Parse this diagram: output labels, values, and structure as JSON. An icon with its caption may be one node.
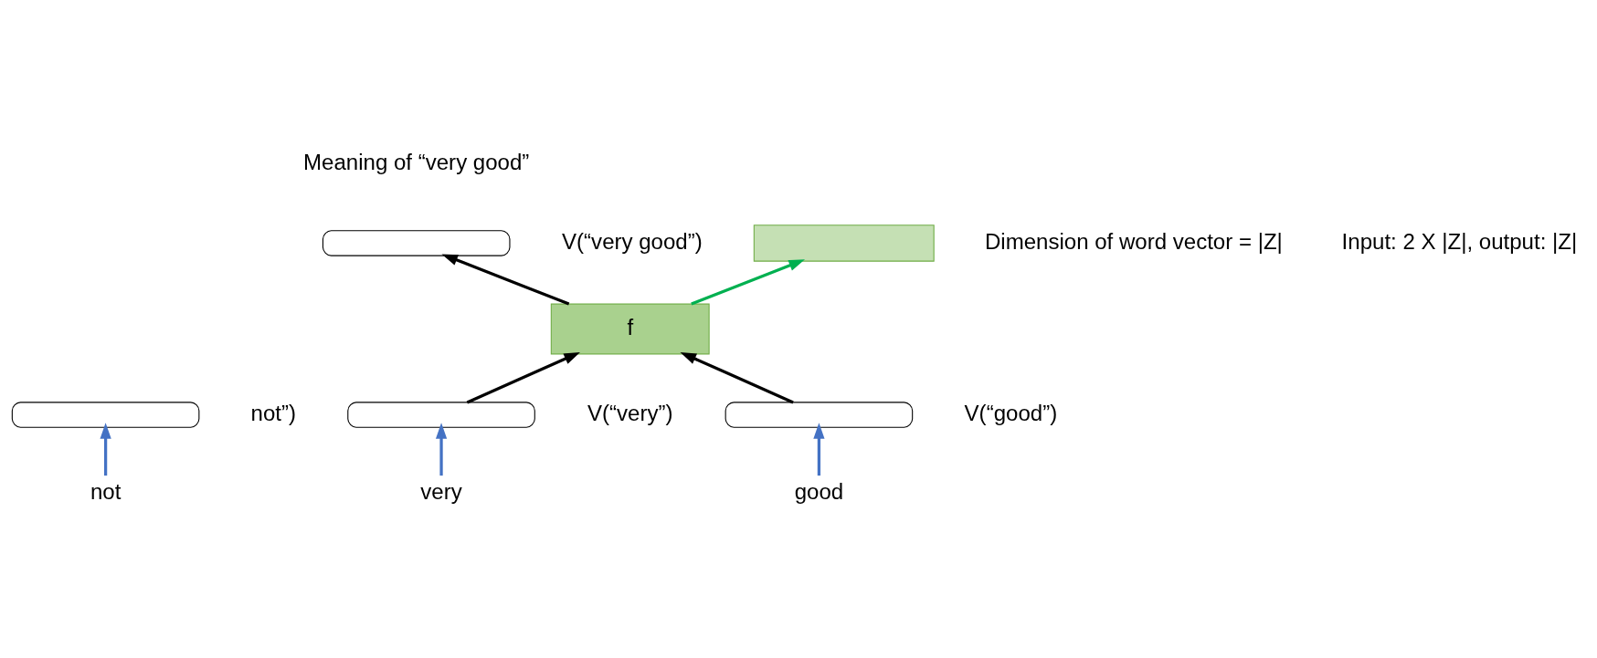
{
  "diagram": {
    "nodes": [
      {
        "text": [
          "not"
        ]
      },
      {
        "text": [],
        "shape": "bar",
        "beside": [
          "not”)"
        ]
      },
      {
        "text": [
          "very"
        ]
      },
      {
        "text": [],
        "shape": "bar",
        "beside": [
          "V(“very”)"
        ]
      },
      {
        "text": [
          "good"
        ]
      },
      {
        "text": [],
        "shape": "bar",
        "beside": [
          "V(“good”)"
        ]
      },
      {
        "text": [
          "f"
        ]
      },
      {
        "text": [],
        "shape": "bar",
        "beside": [
          "Meaning of “very good”",
          "V(“very good”)"
        ]
      },
      {
        "text": [],
        "shape": "box"
      }
    ],
    "edges": [
      {
        "from": 0,
        "to": 1,
        "arrow": "to",
        "color": "#4472c4"
      },
      {
        "from": 2,
        "to": 3,
        "arrow": "to",
        "color": "#4472c4"
      },
      {
        "from": 4,
        "to": 5,
        "arrow": "to",
        "color": "#4472c4"
      },
      {
        "from": 3,
        "to": 6,
        "arrow": "to",
        "color": "#000000"
      },
      {
        "from": 5,
        "to": 6,
        "arrow": "to",
        "color": "#000000"
      },
      {
        "from": 6,
        "to": 7,
        "arrow": "to",
        "color": "#000000"
      },
      {
        "from": 6,
        "to": 8,
        "arrow": "to",
        "color": "#00b050"
      }
    ],
    "labels": [
      "Dimension of word vector = |Z|",
      "Input: 2 X |Z|, output: |Z|"
    ]
  }
}
